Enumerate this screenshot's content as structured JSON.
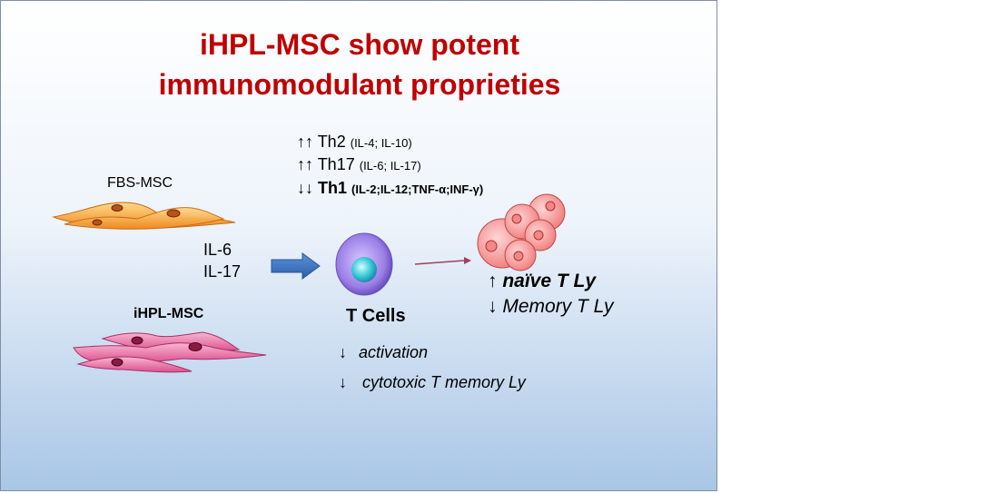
{
  "title": {
    "line1": "iHPL-MSC show potent",
    "line2": "immunomodulant proprieties"
  },
  "th_effects": [
    {
      "arrows": "↑↑",
      "label": "Th2",
      "cytokines": "(IL-4; IL-10)"
    },
    {
      "arrows": "↑↑",
      "label": "Th17",
      "cytokines": "(IL-6; IL-17)"
    },
    {
      "arrows": "↓↓",
      "label": "Th1",
      "cytokines": "(IL-2;IL-12;TNF-α;INF-γ)"
    }
  ],
  "fbs_label": "FBS-MSC",
  "ihpl_label": "iHPL-MSC",
  "cytokines_released": [
    "IL-6",
    "IL-17"
  ],
  "tcells_label": "T Cells",
  "tcell_effects": [
    {
      "arrow": "↓",
      "text": "activation"
    },
    {
      "arrow": "↓",
      "text": "cytotoxic T memory Ly"
    }
  ],
  "ly_effects": [
    {
      "arrow": "↑",
      "text": "naïve T Ly"
    },
    {
      "arrow": "↓",
      "text": "Memory T Ly"
    }
  ],
  "colors": {
    "title": "#c00000",
    "fbs_cell": "#f7a63a",
    "ihpl_cell": "#e8609a",
    "tcell": "#7a5ccc",
    "ly_cell": "#f48a8a",
    "big_arrow": "#3c74c4",
    "thin_arrow": "#a0405c"
  }
}
